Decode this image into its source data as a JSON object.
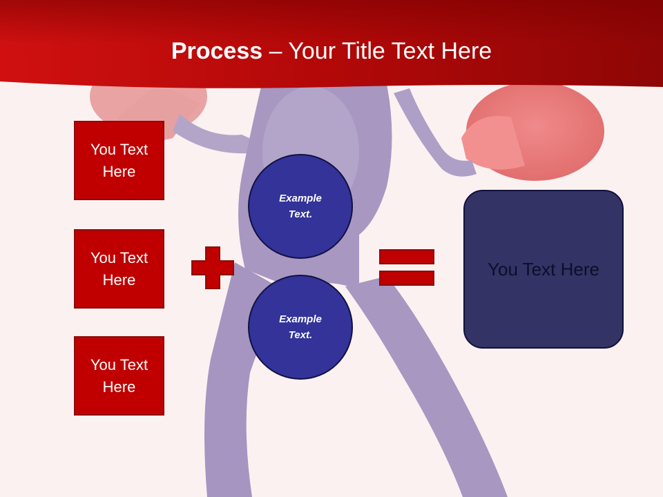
{
  "title": {
    "bold": "Process",
    "rest": " – Your Title Text Here"
  },
  "inputs": [
    {
      "label": "You Text Here"
    },
    {
      "label": "You Text Here"
    },
    {
      "label": "You Text Here"
    }
  ],
  "operands": [
    {
      "label": "Example Text."
    },
    {
      "label": "Example Text."
    }
  ],
  "result": {
    "label": "You Text Here"
  },
  "operators": {
    "plus": "plus-icon",
    "equals": "equals-icon"
  },
  "colors": {
    "header_red": "#b50b0b",
    "box_red": "#c00000",
    "circle_blue": "#333399",
    "result_navy": "#333366",
    "background": "#fbf1f1"
  }
}
